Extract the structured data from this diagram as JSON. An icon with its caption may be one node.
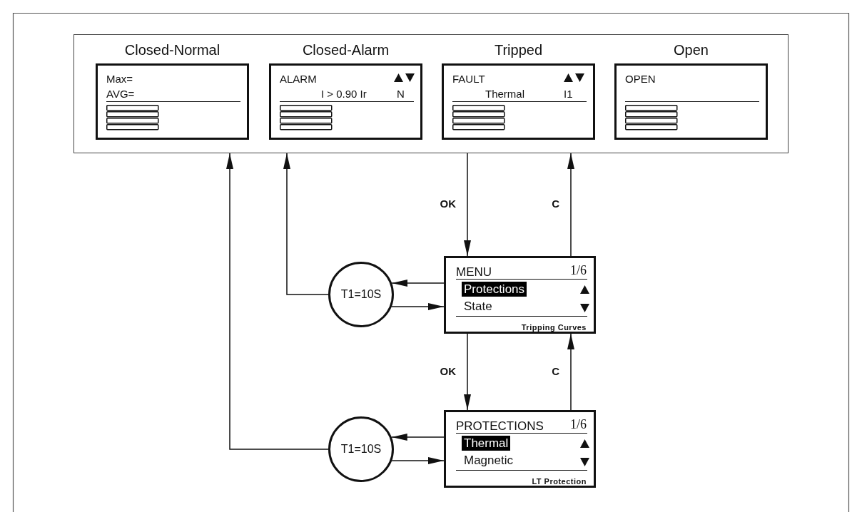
{
  "diagram": {
    "nodes": [
      {
        "text": [],
        "shape": "box"
      },
      {
        "text": [
          "Closed-Normal",
          "Max=",
          "AVG="
        ],
        "in": 0
      },
      {
        "text": [
          "Closed-Alarm",
          "ALARM",
          "I > 0.90 Ir",
          "N"
        ],
        "in": 0
      },
      {
        "text": [
          "Tripped",
          "FAULT",
          "Thermal",
          "I1"
        ],
        "in": 0
      },
      {
        "text": [
          "Open",
          "OPEN"
        ],
        "in": 0
      },
      {
        "text": [
          "T1=10S"
        ]
      },
      {
        "text": [
          "MENU",
          "1/6",
          "Protections",
          "State",
          "Tripping Curves"
        ]
      },
      {
        "text": [
          "T1=10S"
        ]
      },
      {
        "text": [
          "PROTECTIONS",
          "1/6",
          "Thermal",
          "Magnetic",
          "LT Protection"
        ]
      }
    ],
    "edges": [
      {
        "from": 0,
        "to": 6,
        "arrow": "to",
        "label": "OK"
      },
      {
        "from": 6,
        "to": 0,
        "arrow": "to",
        "label": "C"
      },
      {
        "from": 6,
        "to": 5,
        "arrow": "to"
      },
      {
        "from": 5,
        "to": 6,
        "arrow": "to"
      },
      {
        "from": 5,
        "to": 0,
        "arrow": "to"
      },
      {
        "from": 6,
        "to": 8,
        "arrow": "to",
        "label": "OK"
      },
      {
        "from": 8,
        "to": 6,
        "arrow": "to",
        "label": "C"
      },
      {
        "from": 8,
        "to": 7,
        "arrow": "to"
      },
      {
        "from": 7,
        "to": 8,
        "arrow": "to"
      },
      {
        "from": 7,
        "to": 0,
        "arrow": "to"
      }
    ]
  }
}
